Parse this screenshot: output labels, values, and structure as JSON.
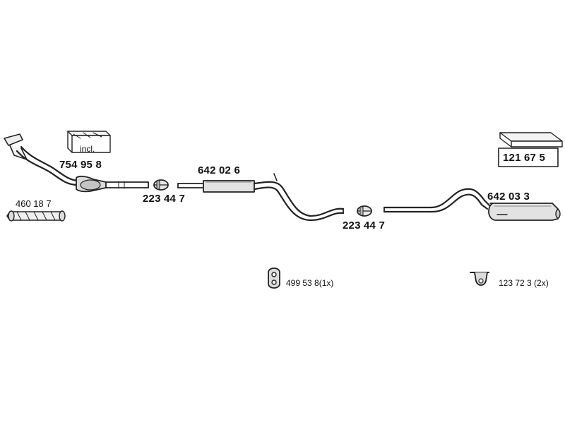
{
  "parts": {
    "front_pipe": {
      "number": "754 95 8",
      "kit_label": "incl."
    },
    "front_gasket": {
      "number": "460 18 7"
    },
    "clamp_front": {
      "number": "223 44 7"
    },
    "middle_muffler": {
      "number": "642 02 6"
    },
    "clamp_rear": {
      "number": "223 44 7"
    },
    "rear_muffler": {
      "number": "642 03 3"
    },
    "mount_kit": {
      "number": "121 67 5"
    }
  },
  "hangers": [
    {
      "number": "499 53 8(1x)"
    },
    {
      "number": "123 72 3 (2x)"
    }
  ]
}
